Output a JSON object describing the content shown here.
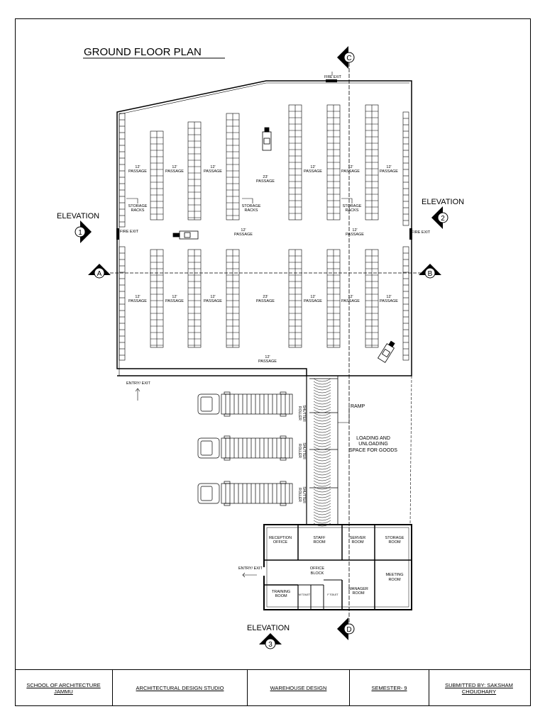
{
  "drawing_title": "GROUND FLOOR PLAN",
  "fire_exit_top": "FIRE EXIT",
  "fire_exit_left": "FIRE EXIT",
  "fire_exit_right": "FIRE EXIT",
  "section_markers": {
    "a": "A",
    "b": "B",
    "c": "C",
    "d": "D"
  },
  "elevations": {
    "left": {
      "label": "ELEVATION",
      "number": "1"
    },
    "right": {
      "label": "ELEVATION",
      "number": "2"
    },
    "bottom": {
      "label": "ELEVATION",
      "number": "3"
    }
  },
  "passage_12": "12'",
  "passage_23": "23'",
  "passage_word": "PASSAGE",
  "storage_racks": {
    "line1": "STORAGE",
    "line2": "RACKS"
  },
  "entry_exit_warehouse": "ENTRY/ EXIT",
  "entry_exit_office": "ENTRY/ EXIT",
  "ramp": "RAMP",
  "roller_shutter": {
    "line1": "ROLLER",
    "line2": "SHUTTER"
  },
  "loading_space": {
    "line1": "LOADING AND",
    "line2": "UNLOADING",
    "line3": "SPACE FOR GOODS"
  },
  "rooms": {
    "reception": {
      "line1": "RECEPTION",
      "line2": "OFFICE"
    },
    "staff": {
      "line1": "STAFF",
      "line2": "ROOM"
    },
    "server": {
      "line1": "SERVER",
      "line2": "ROOM"
    },
    "storage": {
      "line1": "STORAGE",
      "line2": "ROOM"
    },
    "office_block": {
      "line1": "OFFICE",
      "line2": "BLOCK"
    },
    "meeting": {
      "line1": "MEETING",
      "line2": "ROOM"
    },
    "training": {
      "line1": "TRAINING",
      "line2": "ROOM"
    },
    "m_toilet": "M TOILET",
    "f_toilet": "F TOILET",
    "manager": {
      "line1": "MANAGER",
      "line2": "ROOM"
    }
  },
  "title_block": {
    "school": "SCHOOL OF ARCHITECTURE JAMMU",
    "studio": "ARCHITECTURAL DESIGN STUDIO",
    "project": "WAREHOUSE DESIGN",
    "semester": "SEMESTER- 9",
    "submitted": "SUBMITTED BY: SAKSHAM CHOUDHARY"
  }
}
